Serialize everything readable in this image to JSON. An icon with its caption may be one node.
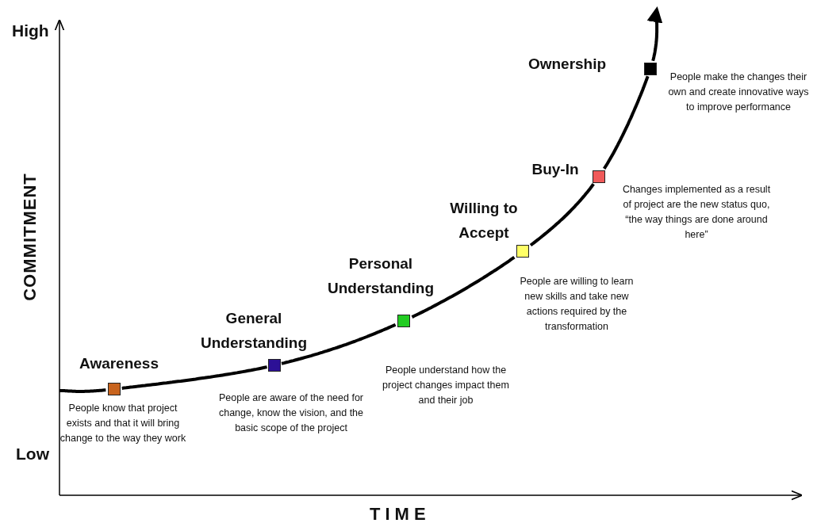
{
  "diagram": {
    "nodes": [
      {
        "text": [
          "Awareness"
        ],
        "beside": [
          "People know that project exists and that it will bring change to the way they work"
        ]
      },
      {
        "text": [
          "General Understanding"
        ],
        "beside": [
          "People are aware of the need for change, know the vision, and the basic scope of the project"
        ]
      },
      {
        "text": [
          "Personal Understanding"
        ],
        "beside": [
          "People understand how the project changes impact them and their job"
        ]
      },
      {
        "text": [
          "Willing to Accept"
        ],
        "beside": [
          "People are willing to learn new skills and take new actions required by the transformation"
        ]
      },
      {
        "text": [
          "Buy-In"
        ],
        "beside": [
          "Changes implemented as a result of project are the new status quo, “the way things are done around here”"
        ]
      },
      {
        "text": [
          "Ownership"
        ],
        "beside": [
          "People make the changes their own and create innovative ways to improve performance"
        ]
      }
    ],
    "edges": [
      {
        "from": null,
        "to": 0,
        "arrow": "none"
      },
      {
        "from": 0,
        "to": 1,
        "arrow": "none"
      },
      {
        "from": 1,
        "to": 2,
        "arrow": "none"
      },
      {
        "from": 2,
        "to": 3,
        "arrow": "none"
      },
      {
        "from": 3,
        "to": 4,
        "arrow": "none"
      },
      {
        "from": 4,
        "to": 5,
        "arrow": "none"
      },
      {
        "from": 5,
        "to": null,
        "arrow": "to"
      }
    ],
    "labels": [
      "High",
      "Low",
      "COMMITMENT",
      "TIME"
    ]
  }
}
